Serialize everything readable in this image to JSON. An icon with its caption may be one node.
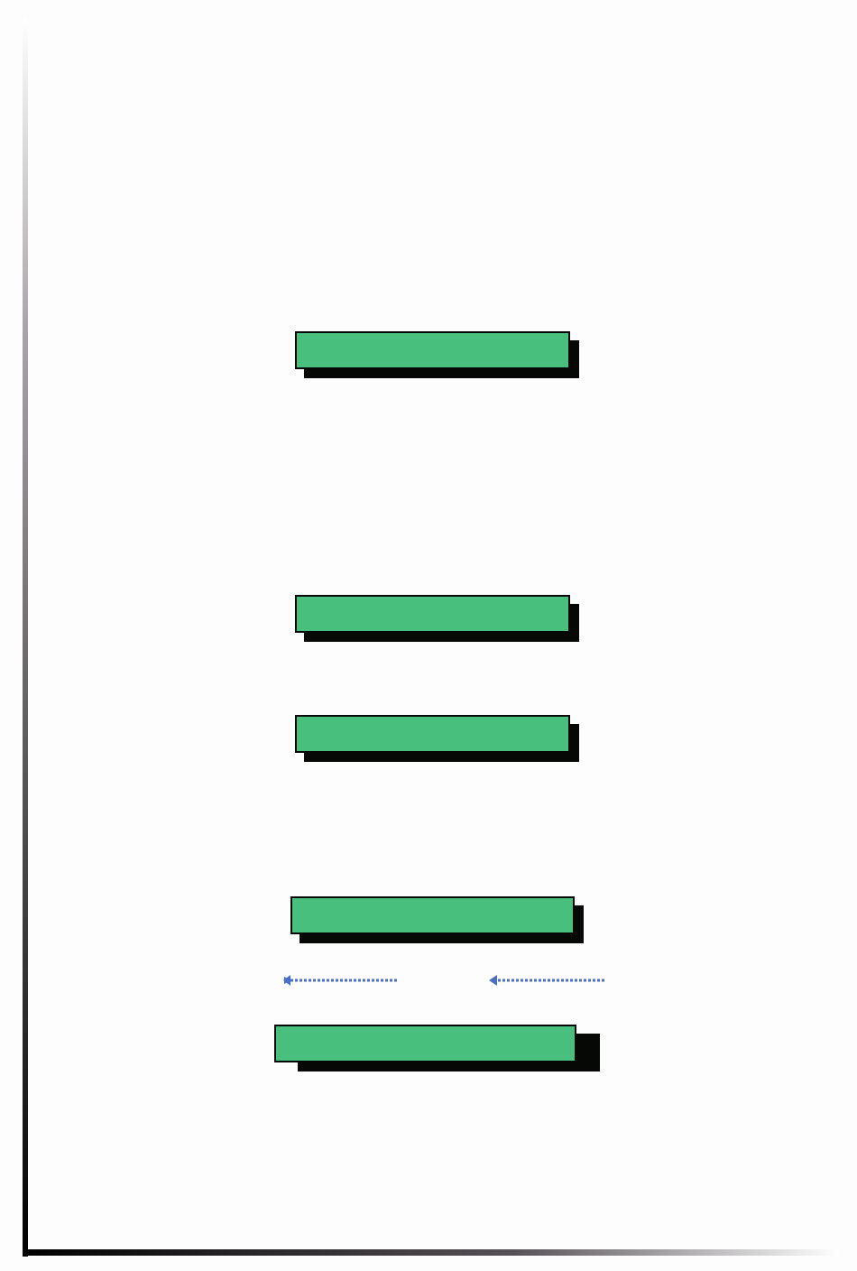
{
  "diagram": {
    "nodes": [
      {
        "text": [],
        "shape": "bar"
      },
      {
        "text": [],
        "shape": "bar"
      },
      {
        "text": [],
        "shape": "bar"
      },
      {
        "text": [],
        "shape": "bar"
      },
      {
        "text": [],
        "shape": "bar"
      }
    ]
  }
}
